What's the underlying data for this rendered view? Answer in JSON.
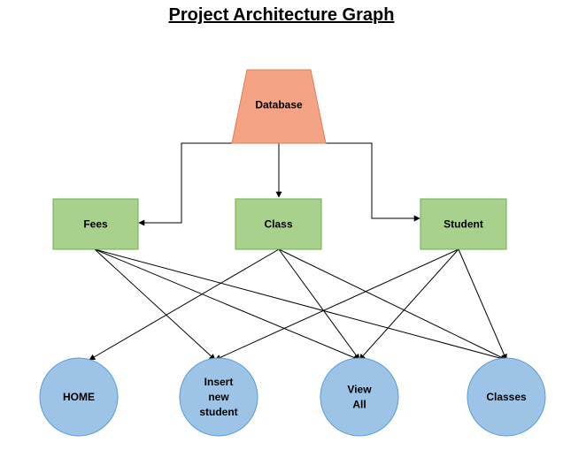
{
  "title": "Project Architecture Graph",
  "colors": {
    "database_fill": "#f4a384",
    "database_stroke": "#e07b55",
    "module_fill": "#a9d18e",
    "module_stroke": "#70ad47",
    "page_fill": "#9dc3e6",
    "page_stroke": "#5b9bd5",
    "edge": "#000000"
  },
  "nodes": {
    "database": {
      "label": [
        "Database"
      ]
    },
    "fees": {
      "label": [
        "Fees"
      ]
    },
    "class": {
      "label": [
        "Class"
      ]
    },
    "student": {
      "label": [
        "Student"
      ]
    },
    "home": {
      "label": [
        "HOME"
      ]
    },
    "insert": {
      "label": [
        "Insert",
        "new",
        "student"
      ]
    },
    "view": {
      "label": [
        "View",
        "All"
      ]
    },
    "classes": {
      "label": [
        "Classes"
      ]
    }
  },
  "edges": [
    [
      "database",
      "fees"
    ],
    [
      "database",
      "class"
    ],
    [
      "database",
      "student"
    ],
    [
      "fees",
      "insert"
    ],
    [
      "fees",
      "view"
    ],
    [
      "fees",
      "classes"
    ],
    [
      "class",
      "home"
    ],
    [
      "class",
      "view"
    ],
    [
      "class",
      "classes"
    ],
    [
      "student",
      "insert"
    ],
    [
      "student",
      "view"
    ],
    [
      "student",
      "classes"
    ]
  ]
}
